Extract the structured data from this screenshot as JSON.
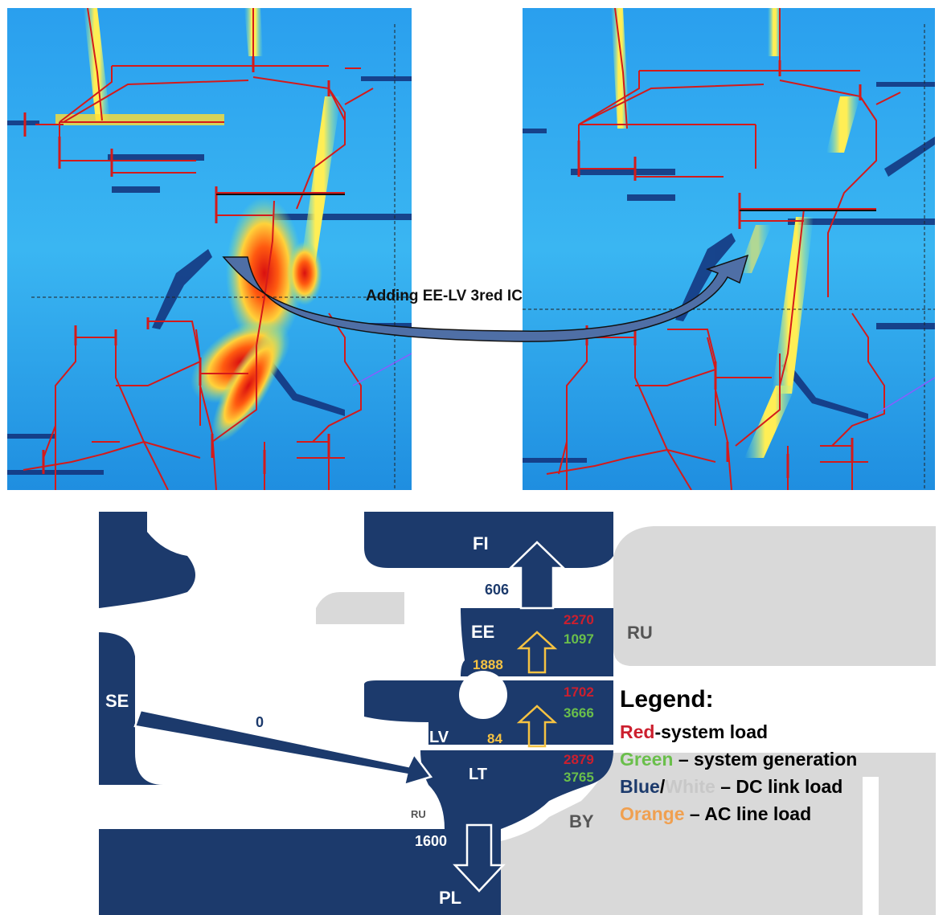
{
  "caption": "Adding EE-LV 3red IC",
  "colors": {
    "heat_cold": "#1b8fe6",
    "heat_mid": "#3ab6f2",
    "heat_warm": "#ffe64a",
    "heat_hot": "#ff3a10",
    "grid_line": "#d41a1a",
    "arrow_fill": "#4f6fa6",
    "map_navy": "#1c3a6c",
    "map_gray": "#d9d9d9",
    "legend_red": "#cc1f2e",
    "legend_green": "#6abf4b",
    "legend_orange": "#f0a050",
    "legend_white": "#c8c8c8",
    "ac_yellow": "#f5c242"
  },
  "map": {
    "regions": {
      "fi": "FI",
      "ee": "EE",
      "lv": "LV",
      "lt": "LT",
      "se": "SE",
      "pl": "PL",
      "ru_north": "RU",
      "ru_south": "RU",
      "by": "BY"
    },
    "flows": {
      "ee_fi": "606",
      "se_lt": "0",
      "lt_pl": "1600",
      "lv_ee": "1888",
      "lt_lv": "84"
    },
    "loads": {
      "ee_load": "2270",
      "ee_gen": "1097",
      "lv_load": "1702",
      "lv_gen": "3666",
      "lt_load": "2879",
      "lt_gen": "3765"
    }
  },
  "legend": {
    "title": "Legend:",
    "row1_colored": "Red",
    "row1_rest": "-system load",
    "row2_colored": "Green",
    "row2_rest": " – system generation",
    "row3_colored_a": "Blue",
    "row3_sep": "/",
    "row3_colored_b": "White",
    "row3_rest": " – DC link load",
    "row4_colored": "Orange",
    "row4_rest": " – AC line load"
  }
}
